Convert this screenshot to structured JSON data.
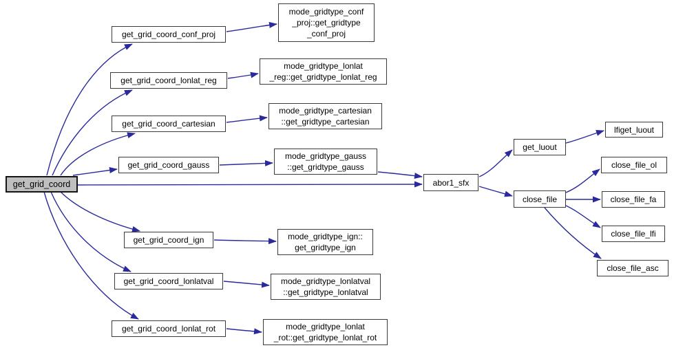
{
  "diagram": {
    "kind": "call-graph",
    "background_color": "#ffffff",
    "edge_color": "#2a2a9c",
    "node_border_color": "#3a3a3a",
    "node_fill_color": "#ffffff",
    "root_fill_color": "#bfbfbf",
    "text_color": "#000000"
  },
  "nodes": [
    {
      "id": "get_grid_coord",
      "label": "get_grid_coord",
      "role": "root"
    },
    {
      "id": "get_grid_coord_conf_proj",
      "label": "get_grid_coord_conf_proj"
    },
    {
      "id": "get_grid_coord_lonlat_reg",
      "label": "get_grid_coord_lonlat_reg"
    },
    {
      "id": "get_grid_coord_cartesian",
      "label": "get_grid_coord_cartesian"
    },
    {
      "id": "get_grid_coord_gauss",
      "label": "get_grid_coord_gauss"
    },
    {
      "id": "get_grid_coord_ign",
      "label": "get_grid_coord_ign"
    },
    {
      "id": "get_grid_coord_lonlatval",
      "label": "get_grid_coord_lonlatval"
    },
    {
      "id": "get_grid_coord_lonlat_rot",
      "label": "get_grid_coord_lonlat_rot"
    },
    {
      "id": "mode_gridtype_conf_proj::get_gridtype_conf_proj",
      "label": "mode_gridtype_conf\n_proj::get_gridtype\n_conf_proj"
    },
    {
      "id": "mode_gridtype_lonlat_reg::get_gridtype_lonlat_reg",
      "label": "mode_gridtype_lonlat\n_reg::get_gridtype_lonlat_reg"
    },
    {
      "id": "mode_gridtype_cartesian::get_gridtype_cartesian",
      "label": "mode_gridtype_cartesian\n::get_gridtype_cartesian"
    },
    {
      "id": "mode_gridtype_gauss::get_gridtype_gauss",
      "label": "mode_gridtype_gauss\n::get_gridtype_gauss"
    },
    {
      "id": "mode_gridtype_ign::get_gridtype_ign",
      "label": "mode_gridtype_ign::\nget_gridtype_ign"
    },
    {
      "id": "mode_gridtype_lonlatval::get_gridtype_lonlatval",
      "label": "mode_gridtype_lonlatval\n::get_gridtype_lonlatval"
    },
    {
      "id": "mode_gridtype_lonlat_rot::get_gridtype_lonlat_rot",
      "label": "mode_gridtype_lonlat\n_rot::get_gridtype_lonlat_rot"
    },
    {
      "id": "abor1_sfx",
      "label": "abor1_sfx"
    },
    {
      "id": "get_luout",
      "label": "get_luout"
    },
    {
      "id": "lfiget_luout",
      "label": "lfiget_luout"
    },
    {
      "id": "close_file",
      "label": "close_file"
    },
    {
      "id": "close_file_ol",
      "label": "close_file_ol"
    },
    {
      "id": "close_file_fa",
      "label": "close_file_fa"
    },
    {
      "id": "close_file_lfi",
      "label": "close_file_lfi"
    },
    {
      "id": "close_file_asc",
      "label": "close_file_asc"
    }
  ],
  "edges": [
    {
      "from": "get_grid_coord",
      "to": "get_grid_coord_conf_proj"
    },
    {
      "from": "get_grid_coord",
      "to": "get_grid_coord_lonlat_reg"
    },
    {
      "from": "get_grid_coord",
      "to": "get_grid_coord_cartesian"
    },
    {
      "from": "get_grid_coord",
      "to": "get_grid_coord_gauss"
    },
    {
      "from": "get_grid_coord",
      "to": "abor1_sfx"
    },
    {
      "from": "get_grid_coord",
      "to": "get_grid_coord_ign"
    },
    {
      "from": "get_grid_coord",
      "to": "get_grid_coord_lonlatval"
    },
    {
      "from": "get_grid_coord",
      "to": "get_grid_coord_lonlat_rot"
    },
    {
      "from": "get_grid_coord_conf_proj",
      "to": "mode_gridtype_conf_proj::get_gridtype_conf_proj"
    },
    {
      "from": "get_grid_coord_lonlat_reg",
      "to": "mode_gridtype_lonlat_reg::get_gridtype_lonlat_reg"
    },
    {
      "from": "get_grid_coord_cartesian",
      "to": "mode_gridtype_cartesian::get_gridtype_cartesian"
    },
    {
      "from": "get_grid_coord_gauss",
      "to": "mode_gridtype_gauss::get_gridtype_gauss"
    },
    {
      "from": "get_grid_coord_ign",
      "to": "mode_gridtype_ign::get_gridtype_ign"
    },
    {
      "from": "get_grid_coord_lonlatval",
      "to": "mode_gridtype_lonlatval::get_gridtype_lonlatval"
    },
    {
      "from": "get_grid_coord_lonlat_rot",
      "to": "mode_gridtype_lonlat_rot::get_gridtype_lonlat_rot"
    },
    {
      "from": "mode_gridtype_gauss::get_gridtype_gauss",
      "to": "abor1_sfx"
    },
    {
      "from": "abor1_sfx",
      "to": "get_luout"
    },
    {
      "from": "abor1_sfx",
      "to": "close_file"
    },
    {
      "from": "get_luout",
      "to": "lfiget_luout"
    },
    {
      "from": "close_file",
      "to": "close_file_ol"
    },
    {
      "from": "close_file",
      "to": "close_file_fa"
    },
    {
      "from": "close_file",
      "to": "close_file_lfi"
    },
    {
      "from": "close_file",
      "to": "close_file_asc"
    }
  ]
}
